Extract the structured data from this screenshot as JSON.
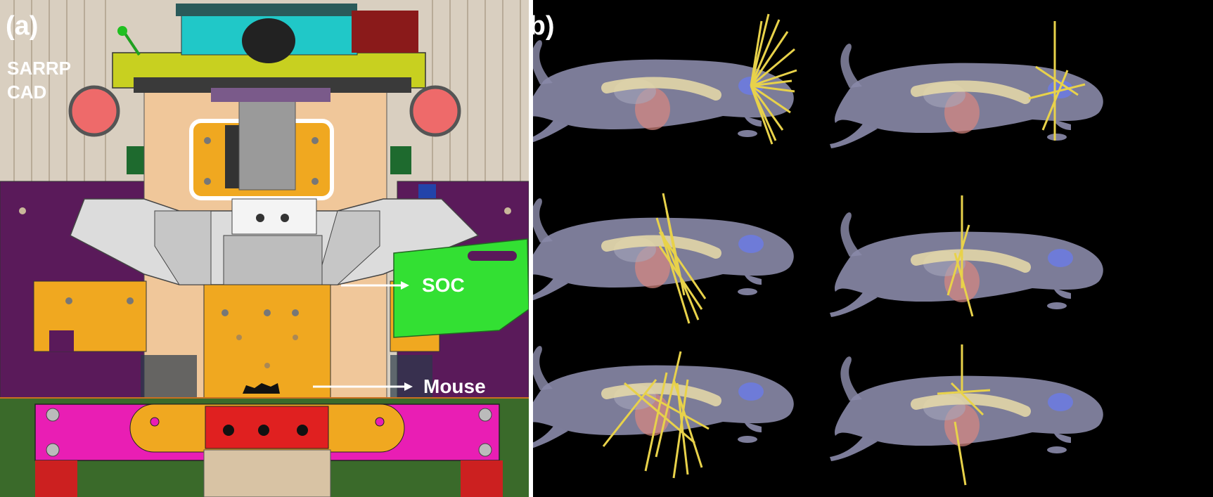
{
  "panel_a": {
    "letter": "(a)",
    "title_line1": "SARRP",
    "title_line2": "CAD",
    "callout_soc": "SOC",
    "callout_mouse": "Mouse"
  },
  "panel_b": {
    "letter": "(b)",
    "grid": {
      "rows": 3,
      "columns": 2
    },
    "beam_color": "#e8d24a",
    "brain_color": "#6e7bd8",
    "spine_color": "#e9dca8",
    "body_color": "#8a8aa8"
  },
  "colors": {
    "background_b": "#000000",
    "label_text": "#ffffff",
    "stage_magenta": "#e91eb4",
    "soc_green": "#33e033",
    "stage_orange": "#f0a820",
    "top_plate_yellow": "#c8d020",
    "cyan_block": "#20c8c8",
    "mount_red": "#e02020",
    "purple_frame": "#5a1a5a"
  }
}
